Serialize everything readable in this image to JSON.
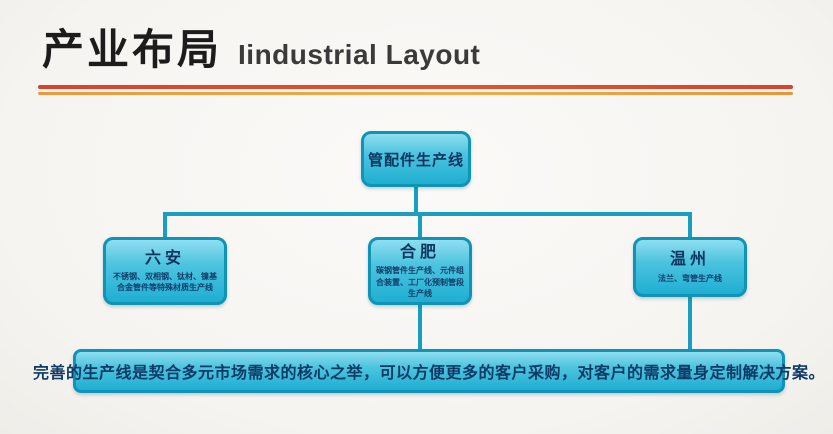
{
  "header": {
    "title_cn": "产业布局",
    "title_en": "Iindustrial Layout"
  },
  "diagram": {
    "root_label": "管配件生产线",
    "children": [
      {
        "city": "六安",
        "desc": "不锈钢、双相钢、钛材、镍基合金管件等特殊材质生产线"
      },
      {
        "city": "合肥",
        "desc": "碳钢管件生产线、元件组合装置、工厂化预制管段生产线"
      },
      {
        "city": "温州",
        "desc": "法兰、弯管生产线"
      }
    ],
    "footer": "完善的生产线是契合多元市场需求的核心之举，可以方便更多的客户采购，对客户的需求量身定制解决方案。"
  },
  "colors": {
    "box_fill": "#2fb9da",
    "box_border": "#0f93b6",
    "connector": "#189ec0",
    "rule_top": "#d8432a",
    "rule_bottom": "#ea9a3c",
    "box_text": "#0d3560",
    "title_text": "#1c1c1c"
  }
}
